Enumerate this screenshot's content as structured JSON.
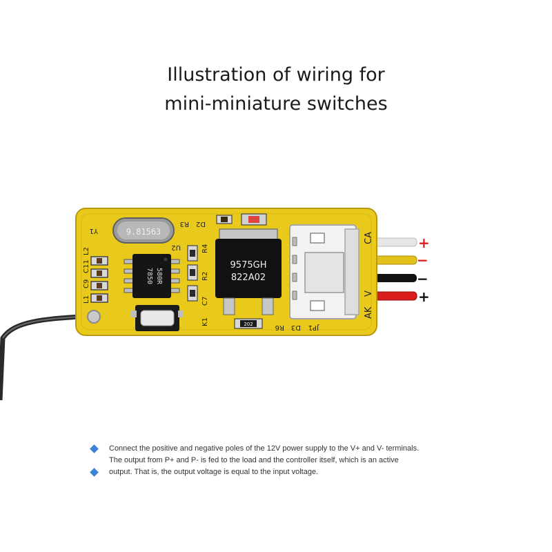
{
  "title": {
    "line1": "Illustration of wiring for",
    "line2": "mini-miniature switches"
  },
  "board": {
    "crystal_label": "9.81563",
    "regulator_line1": "9575GH",
    "regulator_line2": "822A02",
    "chip_line1": "580R",
    "chip_line2": "7850",
    "resistor_label": "202",
    "silk": {
      "y1": "Y1",
      "u2": "U2",
      "r3": "R3",
      "d2": "D2",
      "r4": "R4",
      "r2": "R2",
      "c7": "C7",
      "k1": "K1",
      "l1": "L1",
      "c9": "C9",
      "c11": "C11",
      "l2": "L2",
      "jp1": "JP1",
      "d3": "D3",
      "r6": "R6",
      "ak": "AK",
      "pin_v": "V",
      "pin_ca": "CA"
    }
  },
  "terminals": [
    {
      "sign": "+",
      "wire_color": "#e6e6e6",
      "sign_color": "#e11d1d"
    },
    {
      "sign": "−",
      "wire_color": "#e2c21a",
      "sign_color": "#e11d1d"
    },
    {
      "sign": "−",
      "wire_color": "#111111",
      "sign_color": "#111111"
    },
    {
      "sign": "+",
      "wire_color": "#d91c1c",
      "sign_color": "#111111"
    }
  ],
  "notes": {
    "line1": "Connect the positive and negative poles of the 12V power supply to the V+ and V- terminals.",
    "line2": "The output from P+ and P- is fed to the load and the controller itself, which is an active",
    "line3": "output. That is, the output voltage is equal to the input voltage."
  },
  "colors": {
    "pcb": "#e8c91c",
    "pcb_edge": "#b99a0c",
    "bullet": "#3b82d6"
  }
}
